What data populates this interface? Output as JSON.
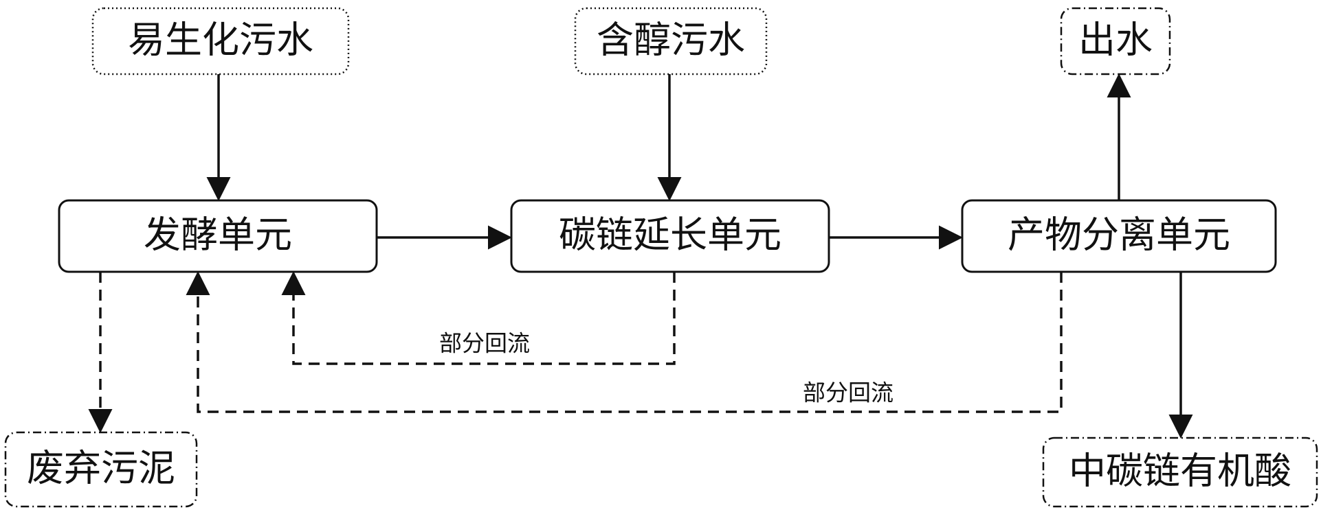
{
  "inputs": {
    "easy_biodegradable_wastewater": "易生化污水",
    "alcohol_wastewater": "含醇污水"
  },
  "units": {
    "fermentation": "发酵单元",
    "chain_elongation": "碳链延长单元",
    "product_separation": "产物分离单元"
  },
  "outputs": {
    "effluent": "出水",
    "waste_sludge": "废弃污泥",
    "mcfa": "中碳链有机酸"
  },
  "recycle": {
    "label_1": "部分回流",
    "label_2": "部分回流"
  }
}
